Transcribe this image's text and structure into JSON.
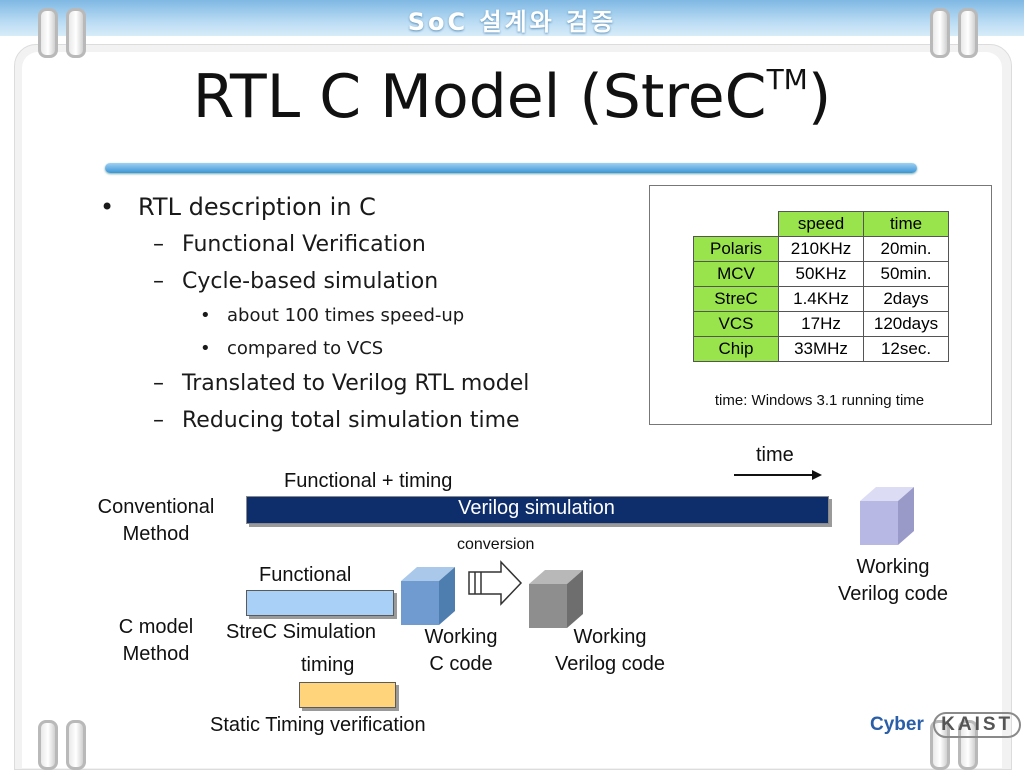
{
  "header": {
    "title": "SoC 설계와 검증"
  },
  "slide": {
    "title": "RTL C Model (StreC",
    "title_sup": "TM",
    "title_close": ")"
  },
  "bullets": {
    "l1": "RTL description in C",
    "l1_mark": "•",
    "dash": "–",
    "sub1": "Functional Verification",
    "sub2": "Cycle-based simulation",
    "sub2_items": [
      "about 100 times speed-up",
      "compared to VCS"
    ],
    "sub3": "Translated to Verilog RTL model",
    "sub4": "Reducing total simulation time"
  },
  "table": {
    "headers": [
      "speed",
      "time"
    ],
    "rows": [
      {
        "name": "Polaris",
        "speed": "210KHz",
        "time": "20min."
      },
      {
        "name": "MCV",
        "speed": "50KHz",
        "time": "50min."
      },
      {
        "name": "StreC",
        "speed": "1.4KHz",
        "time": "2days"
      },
      {
        "name": "VCS",
        "speed": "17Hz",
        "time": "120days"
      },
      {
        "name": "Chip",
        "speed": "33MHz",
        "time": "12sec."
      }
    ],
    "note": "time: Windows 3.1 running time"
  },
  "diagram": {
    "time_label": "time",
    "conventional_label_1": "Conventional",
    "conventional_label_2": "Method",
    "func_timing_label": "Functional + timing",
    "verilog_sim_label": "Verilog simulation",
    "conversion_label": "conversion",
    "working_verilog_right_1": "Working",
    "working_verilog_right_2": "Verilog code",
    "functional_label": "Functional",
    "cmodel_label_1": "C model",
    "cmodel_label_2": "Method",
    "strec_sim_label": "StreC Simulation",
    "working_c_1": "Working",
    "working_c_2": "C code",
    "working_verilog_mid_1": "Working",
    "working_verilog_mid_2": "Verilog code",
    "timing_label": "timing",
    "static_timing_label": "Static Timing verification"
  },
  "logo": {
    "text_left": "Cyber",
    "text_right": "KAIST"
  },
  "colors": {
    "table_header_green": "#99e34d",
    "verilog_bar": "#0e2e6b",
    "functional_bar": "#a9d1f7",
    "timing_bar": "#ffd47a",
    "title_rule": "#3b95d6"
  }
}
